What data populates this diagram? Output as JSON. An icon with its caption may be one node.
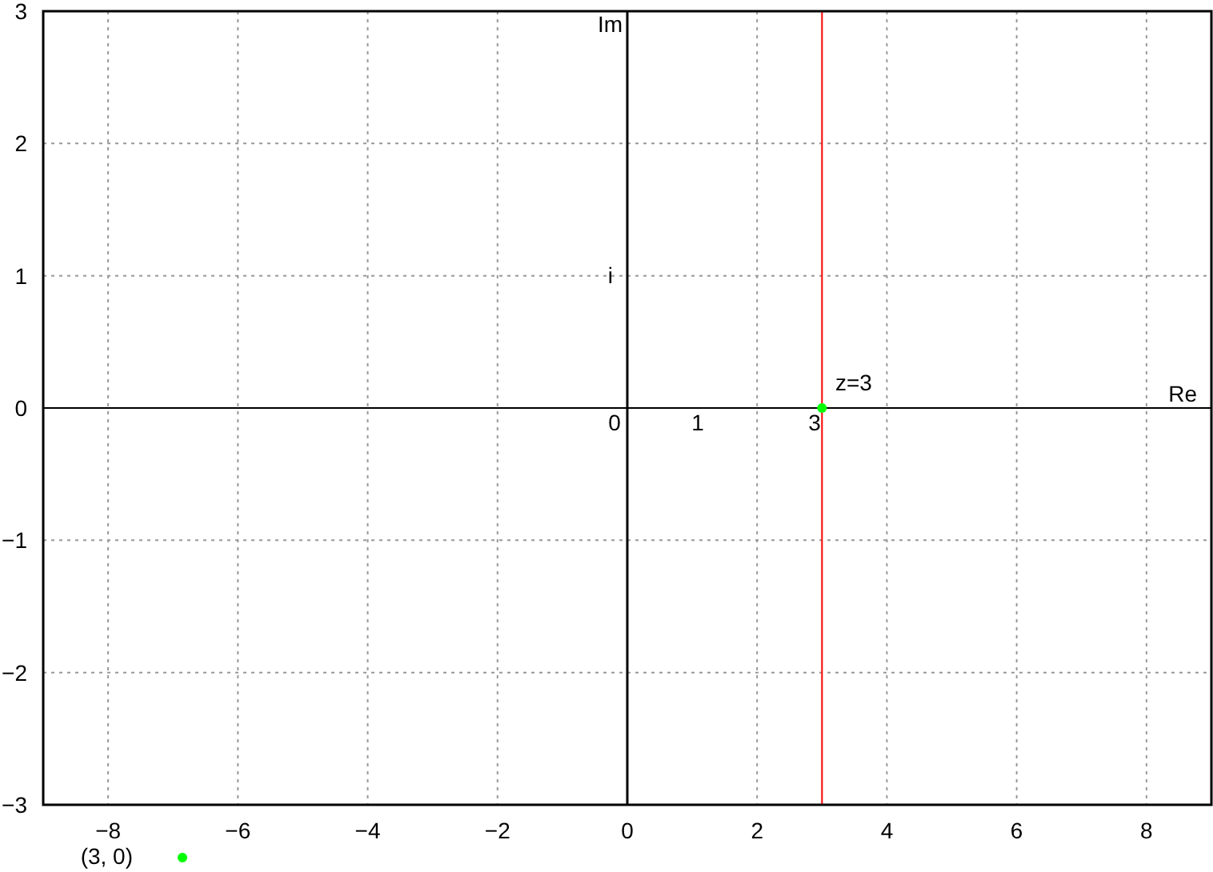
{
  "diagram": {
    "labels": [
      "Im",
      "i",
      "z=3",
      "Re",
      "0",
      "1",
      "3"
    ],
    "legend": [
      {
        "text": "(3, 0)",
        "color": "#00ff00"
      }
    ],
    "chart_data": {
      "type": "scatter",
      "x": [
        3
      ],
      "series": [
        {
          "color": "#00ff00",
          "values": [
            0
          ]
        }
      ],
      "xlim": [
        -9,
        9
      ],
      "ylim": [
        -3,
        3
      ],
      "xticks": [
        {
          "value": -8,
          "label": "−8"
        },
        {
          "value": -6,
          "label": "−6"
        },
        {
          "value": -4,
          "label": "−4"
        },
        {
          "value": -2,
          "label": "−2"
        },
        0,
        2,
        4,
        6,
        8
      ],
      "yticks": [
        {
          "value": -3,
          "label": "−3"
        },
        {
          "value": -2,
          "label": "−2"
        },
        {
          "value": -1,
          "label": "−1"
        },
        0,
        1,
        2,
        3
      ],
      "grid": true,
      "ref_lines": [
        {
          "axis": "x",
          "value": 3,
          "color": "#ff0000"
        }
      ]
    }
  }
}
